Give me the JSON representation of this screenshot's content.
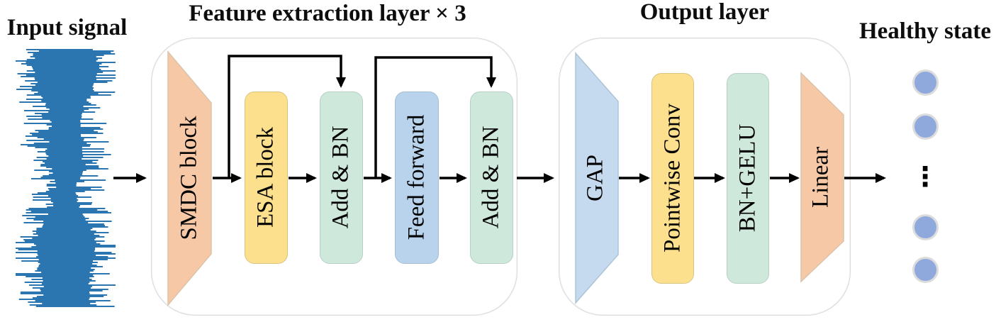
{
  "input": {
    "title": "Input signal",
    "waveform_color": "#2b76b0"
  },
  "feature_extraction": {
    "title": "Feature extraction layer × 3",
    "blocks": [
      {
        "label": "SMDC block",
        "shape": "trapezoid",
        "color": "#f6c8a6"
      },
      {
        "label": "ESA block",
        "shape": "rounded-rect",
        "color": "#fce08e"
      },
      {
        "label": "Add & BN",
        "shape": "rounded-rect",
        "color": "#cfe8dc"
      },
      {
        "label": "Feed forward",
        "shape": "rounded-rect",
        "color": "#b9d3ec"
      },
      {
        "label": "Add & BN",
        "shape": "rounded-rect",
        "color": "#cfe8dc"
      }
    ]
  },
  "output_layer": {
    "title": "Output layer",
    "blocks": [
      {
        "label": "GAP",
        "shape": "trapezoid",
        "color": "#c5daee"
      },
      {
        "label": "Pointwise Conv",
        "shape": "rounded-rect",
        "color": "#fce08e"
      },
      {
        "label": "BN+GELU",
        "shape": "rounded-rect",
        "color": "#cfe8dc"
      },
      {
        "label": "Linear",
        "shape": "trapezoid",
        "color": "#f6c8a6"
      }
    ]
  },
  "healthy_state": {
    "title": "Healthy state",
    "ellipsis": "⋮",
    "node_color": "#8fa9dc"
  },
  "arrow_color": "#000000"
}
